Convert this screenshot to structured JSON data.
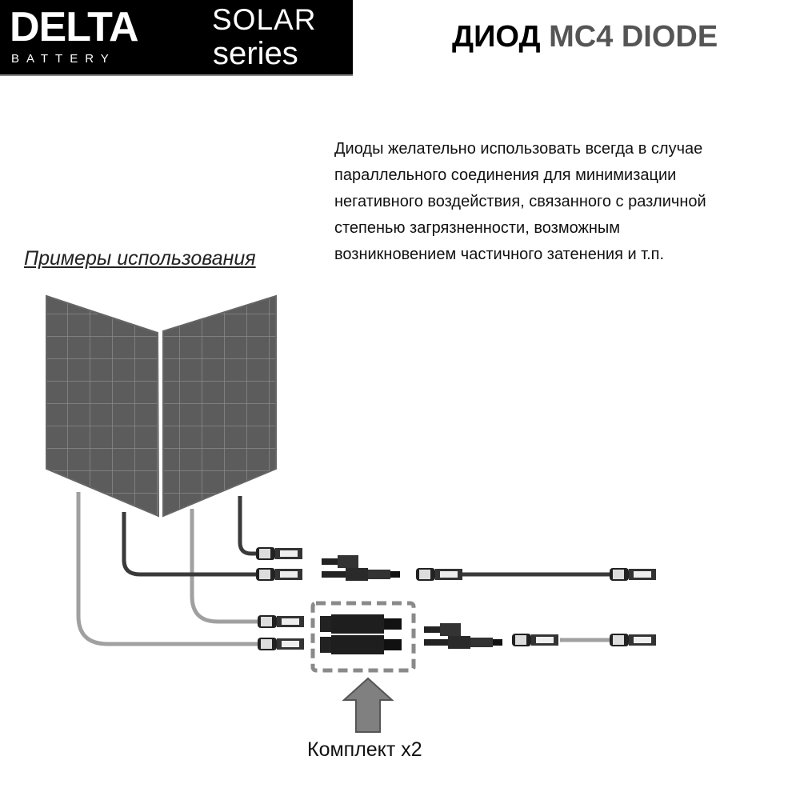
{
  "logo": {
    "brand": "DELTA",
    "sub": "BATTERY",
    "line1": "SOLAR",
    "line2": "series"
  },
  "title": {
    "part1": "ДИОД",
    "part2": "MC4 DIODE"
  },
  "description": [
    "Диоды желательно использовать всегда в случае",
    "параллельного соединения для минимизации",
    "негативного воздействия, связанного с различной",
    "степенью загрязненности, возможным",
    "возникновением частичного затенения и т.п."
  ],
  "examples_heading": "Примеры использования",
  "kit_label": "Комплект x2",
  "colors": {
    "dark_cable": "#3a3a3a",
    "light_cable": "#a0a0a0",
    "panel": "#5a5a5a",
    "dashed_box": "#8a8a8a",
    "arrow": "#808080"
  }
}
